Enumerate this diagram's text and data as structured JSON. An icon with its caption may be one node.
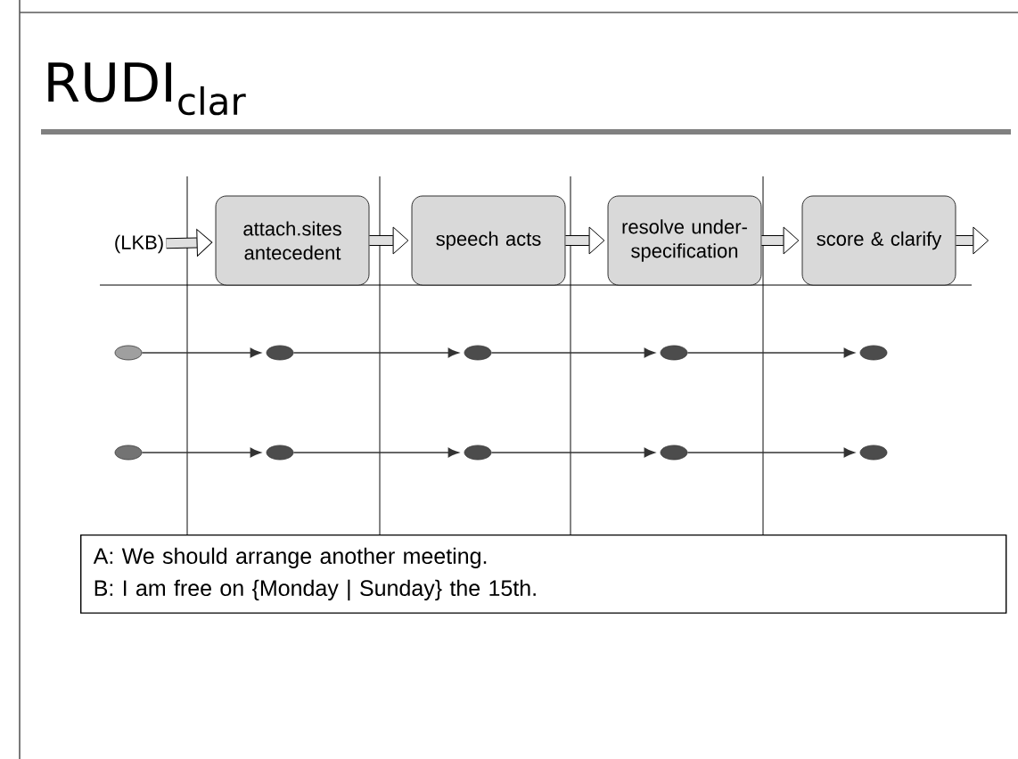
{
  "diagram": {
    "title": "RUDI$_{clar}$",
    "nodes": [
      {
        "text": [
          "(LKB)"
        ]
      },
      {
        "text": [
          "attach.sites antecedent"
        ]
      },
      {
        "text": [
          "speech acts"
        ]
      },
      {
        "text": [
          "resolve under-specification"
        ]
      },
      {
        "text": [
          "score & clarify"
        ]
      },
      {
        "text": [],
        "shape": "circle"
      },
      {
        "text": [],
        "shape": "circle"
      },
      {
        "text": [],
        "shape": "circle"
      },
      {
        "text": [],
        "shape": "circle"
      },
      {
        "text": [],
        "shape": "circle"
      },
      {
        "text": [],
        "shape": "circle"
      },
      {
        "text": [],
        "shape": "circle"
      },
      {
        "text": [],
        "shape": "circle"
      },
      {
        "text": [],
        "shape": "circle"
      },
      {
        "text": [],
        "shape": "circle"
      },
      {
        "text": [
          "A: We should arrange another meeting.",
          "B: I am free on {Monday | Sunday} the 15th."
        ]
      }
    ],
    "edges": [
      {
        "from": 0,
        "to": 1,
        "arrow": "to",
        "style": "thick"
      },
      {
        "from": 1,
        "to": 2,
        "arrow": "to",
        "style": "thick"
      },
      {
        "from": 2,
        "to": 3,
        "arrow": "to",
        "style": "thick"
      },
      {
        "from": 3,
        "to": 4,
        "arrow": "to",
        "style": "thick"
      },
      {
        "from": 4,
        "to": null,
        "arrow": "to",
        "style": "thick"
      },
      {
        "from": 5,
        "to": 6,
        "arrow": "to"
      },
      {
        "from": 6,
        "to": 7,
        "arrow": "to"
      },
      {
        "from": 7,
        "to": 8,
        "arrow": "to"
      },
      {
        "from": 8,
        "to": 9,
        "arrow": "to"
      },
      {
        "from": 10,
        "to": 11,
        "arrow": "to"
      },
      {
        "from": 11,
        "to": 12,
        "arrow": "to"
      },
      {
        "from": 12,
        "to": 13,
        "arrow": "to"
      },
      {
        "from": 13,
        "to": 14,
        "arrow": "to"
      }
    ]
  }
}
